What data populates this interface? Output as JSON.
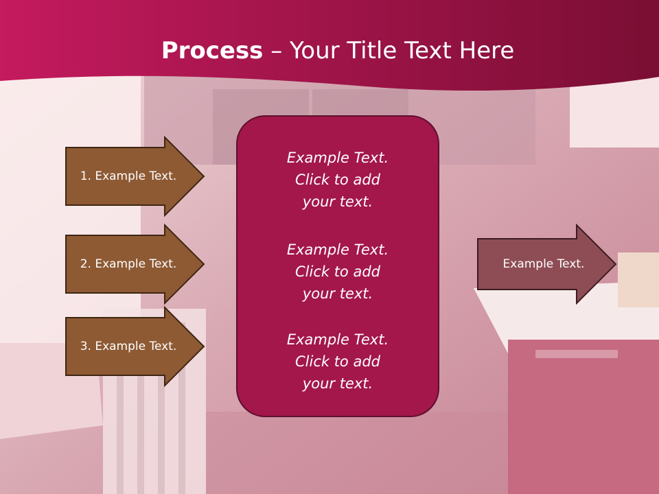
{
  "title": {
    "bold": "Process",
    "rest": " – Your Title Text Here"
  },
  "left_arrows": [
    {
      "label": "1. Example Text."
    },
    {
      "label": "2. Example Text."
    },
    {
      "label": "3. Example Text."
    }
  ],
  "center_box": {
    "blocks": [
      {
        "line1": "Example Text.",
        "line2": "Click  to add",
        "line3": "your text."
      },
      {
        "line1": "Example Text.",
        "line2": "Click  to add",
        "line3": "your text."
      },
      {
        "line1": "Example Text.",
        "line2": "Click  to add",
        "line3": "your text."
      }
    ]
  },
  "right_arrow": {
    "label": "Example Text."
  },
  "colors": {
    "header_dark": "#7a0e33",
    "header_light": "#c41a5e",
    "center_box": "#a3174b",
    "left_arrow_fill": "#8e5a34",
    "right_arrow_fill": "#8e4d55"
  }
}
